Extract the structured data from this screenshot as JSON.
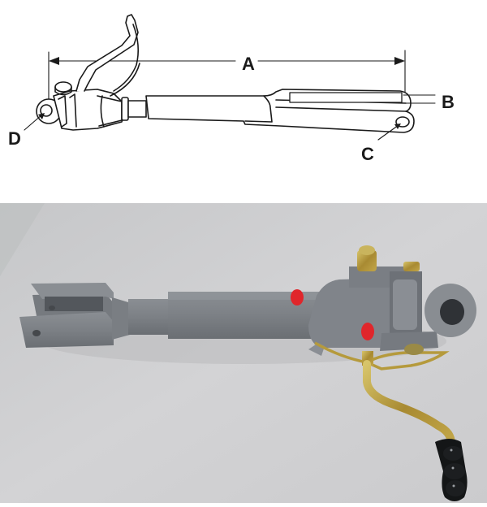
{
  "diagram": {
    "title": "Top link / lift rod leveling assembly dimension diagram",
    "labels": {
      "A": "A",
      "B": "B",
      "C": "C",
      "D": "D"
    },
    "line_color": "#1a1a1a",
    "background": "#ffffff"
  },
  "photo": {
    "subject": "Adjustable lift rod with crank handle",
    "colors": {
      "background": "#cfcfd1",
      "body_gray": "#7f8388",
      "body_highlight": "#9a9ea3",
      "body_shadow": "#5f6368",
      "red_caps": "#e0262b",
      "brass": "#b59a3c",
      "grip_black": "#121414"
    }
  }
}
